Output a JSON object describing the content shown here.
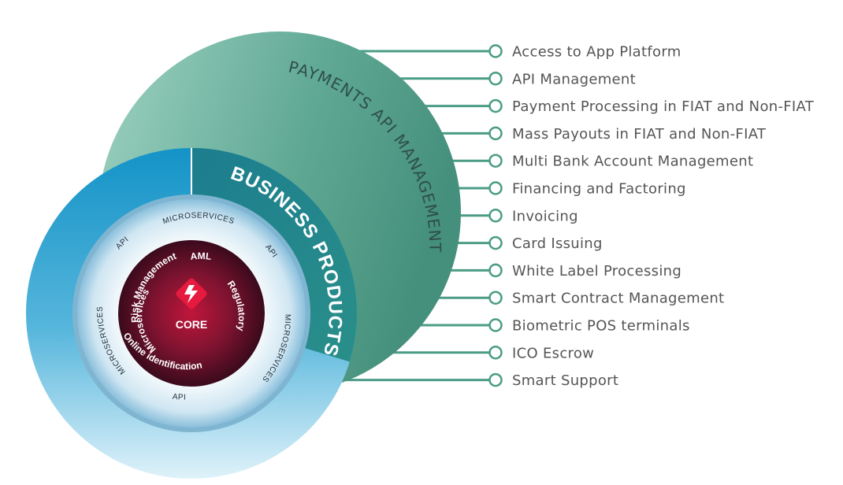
{
  "diagram": {
    "outer_title": "PAYMENTS API MANAGEMENT",
    "business_title": "BUSINESS PRODUCTS",
    "core_label": "CORE",
    "middle_ring": {
      "microservices": "MICROSERVICES",
      "api": "API"
    },
    "core_ring": {
      "aml": "AML",
      "regulatory": "Regulatory",
      "online_identification": "Online identification",
      "microservices": "Microservices",
      "risk_management": "Risk Management"
    },
    "features": [
      "Access to App Platform",
      "API Management",
      "Payment Processing in FIAT and Non-FIAT",
      "Mass Payouts in FIAT and Non-FIAT",
      "Multi Bank Account Management",
      "Financing and Factoring",
      "Invoicing",
      "Card Issuing",
      "White Label Processing",
      "Smart Contract Management",
      "Biometric POS terminals",
      "ICO Escrow",
      "Smart Support"
    ]
  },
  "colors": {
    "outer_green": "#5aa592",
    "connector_green": "#4a9c85",
    "business_teal": "#237f8a",
    "blue_ring": "#1a98c9",
    "core_red": "#8a1330"
  }
}
